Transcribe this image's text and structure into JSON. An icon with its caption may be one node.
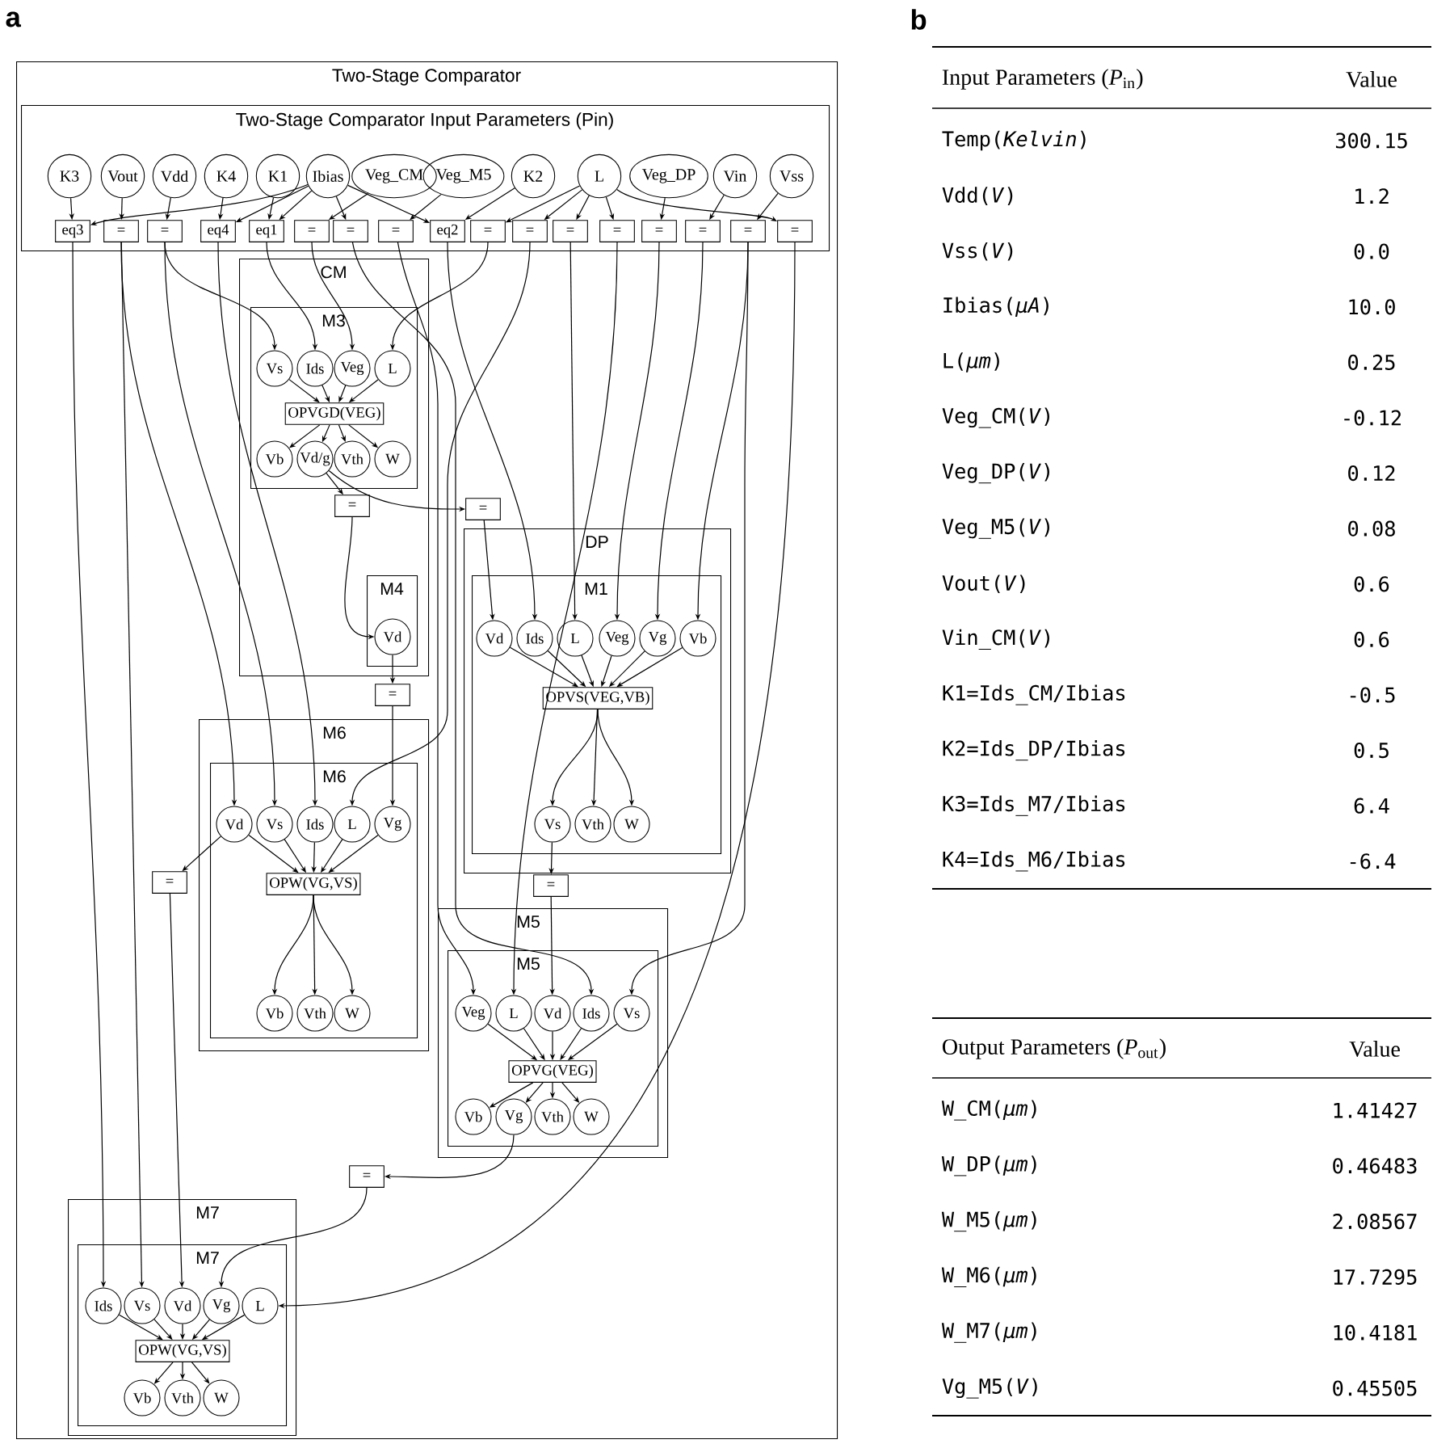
{
  "diagram": {
    "nodes": [
      {
        "text": [
          "Two-Stage Comparator"
        ]
      },
      {
        "text": [
          "Two-Stage Comparator Input Parameters (Pin)"
        ],
        "in": 0
      },
      {
        "text": [
          "K3"
        ],
        "in": 1
      },
      {
        "text": [
          "Vout"
        ],
        "in": 1
      },
      {
        "text": [
          "Vdd"
        ],
        "in": 1
      },
      {
        "text": [
          "K4"
        ],
        "in": 1
      },
      {
        "text": [
          "K1"
        ],
        "in": 1
      },
      {
        "text": [
          "Ibias"
        ],
        "in": 1
      },
      {
        "text": [
          "Veg_CM"
        ],
        "in": 1
      },
      {
        "text": [
          "Veg_M5"
        ],
        "in": 1
      },
      {
        "text": [
          "K2"
        ],
        "in": 1
      },
      {
        "text": [
          "L"
        ],
        "in": 1
      },
      {
        "text": [
          "Veg_DP"
        ],
        "in": 1
      },
      {
        "text": [
          "Vin"
        ],
        "in": 1
      },
      {
        "text": [
          "Vss"
        ],
        "in": 1
      },
      {
        "text": [
          "eq3"
        ],
        "in": 1
      },
      {
        "text": [
          "="
        ],
        "in": 1
      },
      {
        "text": [
          "="
        ],
        "in": 1
      },
      {
        "text": [
          "eq4"
        ],
        "in": 1
      },
      {
        "text": [
          "eq1"
        ],
        "in": 1
      },
      {
        "text": [
          "="
        ],
        "in": 1
      },
      {
        "text": [
          "="
        ],
        "in": 1
      },
      {
        "text": [
          "="
        ],
        "in": 1
      },
      {
        "text": [
          "eq2"
        ],
        "in": 1
      },
      {
        "text": [
          "="
        ],
        "in": 1
      },
      {
        "text": [
          "="
        ],
        "in": 1
      },
      {
        "text": [
          "="
        ],
        "in": 1
      },
      {
        "text": [
          "="
        ],
        "in": 1
      },
      {
        "text": [
          "="
        ],
        "in": 1
      },
      {
        "text": [
          "="
        ],
        "in": 1
      },
      {
        "text": [
          "="
        ],
        "in": 1
      },
      {
        "text": [
          "="
        ],
        "in": 1
      },
      {
        "text": [
          "CM"
        ],
        "in": 0
      },
      {
        "text": [
          "M3"
        ],
        "in": 32
      },
      {
        "text": [
          "Vs"
        ],
        "in": 33
      },
      {
        "text": [
          "Ids"
        ],
        "in": 33
      },
      {
        "text": [
          "Veg"
        ],
        "in": 33
      },
      {
        "text": [
          "L"
        ],
        "in": 33
      },
      {
        "text": [
          "OPVGD(VEG)"
        ],
        "in": 33
      },
      {
        "text": [
          "Vb"
        ],
        "in": 33
      },
      {
        "text": [
          "Vd/g"
        ],
        "in": 33
      },
      {
        "text": [
          "Vth"
        ],
        "in": 33
      },
      {
        "text": [
          "W"
        ],
        "in": 33
      },
      {
        "text": [
          "="
        ],
        "in": 32
      },
      {
        "text": [
          "M4"
        ],
        "in": 32
      },
      {
        "text": [
          "Vd"
        ],
        "in": 44
      },
      {
        "text": [
          "="
        ],
        "in": 0
      },
      {
        "text": [
          "="
        ],
        "in": 0
      },
      {
        "text": [
          "M6"
        ],
        "in": 0
      },
      {
        "text": [
          "M6"
        ],
        "in": 48
      },
      {
        "text": [
          "Vd"
        ],
        "in": 49
      },
      {
        "text": [
          "Vs"
        ],
        "in": 49
      },
      {
        "text": [
          "Ids"
        ],
        "in": 49
      },
      {
        "text": [
          "L"
        ],
        "in": 49
      },
      {
        "text": [
          "Vg"
        ],
        "in": 49
      },
      {
        "text": [
          "OPW(VG,VS)"
        ],
        "in": 49
      },
      {
        "text": [
          "Vb"
        ],
        "in": 49
      },
      {
        "text": [
          "Vth"
        ],
        "in": 49
      },
      {
        "text": [
          "W"
        ],
        "in": 49
      },
      {
        "text": [
          "="
        ],
        "in": 0
      },
      {
        "text": [
          "DP"
        ],
        "in": 0
      },
      {
        "text": [
          "M1"
        ],
        "in": 60
      },
      {
        "text": [
          "Vd"
        ],
        "in": 61
      },
      {
        "text": [
          "Ids"
        ],
        "in": 61
      },
      {
        "text": [
          "L"
        ],
        "in": 61
      },
      {
        "text": [
          "Veg"
        ],
        "in": 61
      },
      {
        "text": [
          "Vg"
        ],
        "in": 61
      },
      {
        "text": [
          "Vb"
        ],
        "in": 61
      },
      {
        "text": [
          "OPVS(VEG,VB)"
        ],
        "in": 61
      },
      {
        "text": [
          "Vs"
        ],
        "in": 61
      },
      {
        "text": [
          "Vth"
        ],
        "in": 61
      },
      {
        "text": [
          "W"
        ],
        "in": 61
      },
      {
        "text": [
          "="
        ],
        "in": 0
      },
      {
        "text": [
          "M5"
        ],
        "in": 0
      },
      {
        "text": [
          "M5"
        ],
        "in": 73
      },
      {
        "text": [
          "Veg"
        ],
        "in": 74
      },
      {
        "text": [
          "L"
        ],
        "in": 74
      },
      {
        "text": [
          "Vd"
        ],
        "in": 74
      },
      {
        "text": [
          "Ids"
        ],
        "in": 74
      },
      {
        "text": [
          "Vs"
        ],
        "in": 74
      },
      {
        "text": [
          "OPVG(VEG)"
        ],
        "in": 74
      },
      {
        "text": [
          "Vb"
        ],
        "in": 74
      },
      {
        "text": [
          "Vg"
        ],
        "in": 74
      },
      {
        "text": [
          "Vth"
        ],
        "in": 74
      },
      {
        "text": [
          "W"
        ],
        "in": 74
      },
      {
        "text": [
          "="
        ],
        "in": 0
      },
      {
        "text": [
          "M7"
        ],
        "in": 0
      },
      {
        "text": [
          "M7"
        ],
        "in": 86
      },
      {
        "text": [
          "Ids"
        ],
        "in": 87
      },
      {
        "text": [
          "Vs"
        ],
        "in": 87
      },
      {
        "text": [
          "Vd"
        ],
        "in": 87
      },
      {
        "text": [
          "Vg"
        ],
        "in": 87
      },
      {
        "text": [
          "L"
        ],
        "in": 87
      },
      {
        "text": [
          "OPW(VG,VS)"
        ],
        "in": 87
      },
      {
        "text": [
          "Vb"
        ],
        "in": 87
      },
      {
        "text": [
          "Vth"
        ],
        "in": 87
      },
      {
        "text": [
          "W"
        ],
        "in": 87
      }
    ],
    "edges": [
      {
        "from": 2,
        "to": 15,
        "arrow": "to"
      },
      {
        "from": 3,
        "to": 16,
        "arrow": "to"
      },
      {
        "from": 4,
        "to": 17,
        "arrow": "to"
      },
      {
        "from": 5,
        "to": 18,
        "arrow": "to"
      },
      {
        "from": 6,
        "to": 19,
        "arrow": "to"
      },
      {
        "from": 7,
        "to": 15,
        "arrow": "to"
      },
      {
        "from": 7,
        "to": 18,
        "arrow": "to"
      },
      {
        "from": 7,
        "to": 19,
        "arrow": "to"
      },
      {
        "from": 7,
        "to": 21,
        "arrow": "to"
      },
      {
        "from": 7,
        "to": 23,
        "arrow": "to"
      },
      {
        "from": 8,
        "to": 20,
        "arrow": "to"
      },
      {
        "from": 9,
        "to": 22,
        "arrow": "to"
      },
      {
        "from": 10,
        "to": 23,
        "arrow": "to"
      },
      {
        "from": 11,
        "to": 24,
        "arrow": "to"
      },
      {
        "from": 11,
        "to": 25,
        "arrow": "to"
      },
      {
        "from": 11,
        "to": 26,
        "arrow": "to"
      },
      {
        "from": 11,
        "to": 27,
        "arrow": "to"
      },
      {
        "from": 11,
        "to": 31,
        "arrow": "to"
      },
      {
        "from": 12,
        "to": 28,
        "arrow": "to"
      },
      {
        "from": 13,
        "to": 29,
        "arrow": "to"
      },
      {
        "from": 14,
        "to": 30,
        "arrow": "to"
      },
      {
        "from": 15,
        "to": 88,
        "arrow": "to"
      },
      {
        "from": 16,
        "to": 50,
        "arrow": "to"
      },
      {
        "from": 16,
        "to": 89,
        "arrow": "to"
      },
      {
        "from": 17,
        "to": 34,
        "arrow": "to"
      },
      {
        "from": 17,
        "to": 51,
        "arrow": "to"
      },
      {
        "from": 18,
        "to": 52,
        "arrow": "to"
      },
      {
        "from": 19,
        "to": 35,
        "arrow": "to"
      },
      {
        "from": 20,
        "to": 36,
        "arrow": "to"
      },
      {
        "from": 21,
        "to": 78,
        "arrow": "to"
      },
      {
        "from": 22,
        "to": 75,
        "arrow": "to"
      },
      {
        "from": 23,
        "to": 63,
        "arrow": "to"
      },
      {
        "from": 24,
        "to": 37,
        "arrow": "to"
      },
      {
        "from": 25,
        "to": 53,
        "arrow": "to"
      },
      {
        "from": 26,
        "to": 64,
        "arrow": "to"
      },
      {
        "from": 27,
        "to": 76,
        "arrow": "to"
      },
      {
        "from": 28,
        "to": 65,
        "arrow": "to"
      },
      {
        "from": 29,
        "to": 66,
        "arrow": "to"
      },
      {
        "from": 30,
        "to": 67,
        "arrow": "to"
      },
      {
        "from": 30,
        "to": 79,
        "arrow": "to"
      },
      {
        "from": 31,
        "to": 92,
        "arrow": "to"
      },
      {
        "from": 34,
        "to": 38,
        "arrow": "to"
      },
      {
        "from": 35,
        "to": 38,
        "arrow": "to"
      },
      {
        "from": 36,
        "to": 38,
        "arrow": "to"
      },
      {
        "from": 37,
        "to": 38,
        "arrow": "to"
      },
      {
        "from": 38,
        "to": 39,
        "arrow": "to"
      },
      {
        "from": 38,
        "to": 40,
        "arrow": "to"
      },
      {
        "from": 38,
        "to": 41,
        "arrow": "to"
      },
      {
        "from": 38,
        "to": 42,
        "arrow": "to"
      },
      {
        "from": 40,
        "to": 43,
        "arrow": "to"
      },
      {
        "from": 43,
        "to": 45,
        "arrow": "to"
      },
      {
        "from": 40,
        "to": 46,
        "arrow": "to"
      },
      {
        "from": 46,
        "to": 62,
        "arrow": "to"
      },
      {
        "from": 45,
        "to": 47,
        "arrow": "to"
      },
      {
        "from": 47,
        "to": 54,
        "arrow": "to"
      },
      {
        "from": 50,
        "to": 55,
        "arrow": "to"
      },
      {
        "from": 51,
        "to": 55,
        "arrow": "to"
      },
      {
        "from": 52,
        "to": 55,
        "arrow": "to"
      },
      {
        "from": 53,
        "to": 55,
        "arrow": "to"
      },
      {
        "from": 54,
        "to": 55,
        "arrow": "to"
      },
      {
        "from": 55,
        "to": 56,
        "arrow": "to"
      },
      {
        "from": 55,
        "to": 57,
        "arrow": "to"
      },
      {
        "from": 55,
        "to": 58,
        "arrow": "to"
      },
      {
        "from": 50,
        "to": 59,
        "arrow": "to"
      },
      {
        "from": 59,
        "to": 90,
        "arrow": "to"
      },
      {
        "from": 62,
        "to": 68,
        "arrow": "to"
      },
      {
        "from": 63,
        "to": 68,
        "arrow": "to"
      },
      {
        "from": 64,
        "to": 68,
        "arrow": "to"
      },
      {
        "from": 65,
        "to": 68,
        "arrow": "to"
      },
      {
        "from": 66,
        "to": 68,
        "arrow": "to"
      },
      {
        "from": 67,
        "to": 68,
        "arrow": "to"
      },
      {
        "from": 68,
        "to": 69,
        "arrow": "to"
      },
      {
        "from": 68,
        "to": 70,
        "arrow": "to"
      },
      {
        "from": 68,
        "to": 71,
        "arrow": "to"
      },
      {
        "from": 69,
        "to": 72,
        "arrow": "to"
      },
      {
        "from": 72,
        "to": 77,
        "arrow": "to"
      },
      {
        "from": 75,
        "to": 80,
        "arrow": "to"
      },
      {
        "from": 76,
        "to": 80,
        "arrow": "to"
      },
      {
        "from": 77,
        "to": 80,
        "arrow": "to"
      },
      {
        "from": 78,
        "to": 80,
        "arrow": "to"
      },
      {
        "from": 79,
        "to": 80,
        "arrow": "to"
      },
      {
        "from": 80,
        "to": 81,
        "arrow": "to"
      },
      {
        "from": 80,
        "to": 82,
        "arrow": "to"
      },
      {
        "from": 80,
        "to": 83,
        "arrow": "to"
      },
      {
        "from": 80,
        "to": 84,
        "arrow": "to"
      },
      {
        "from": 82,
        "to": 85,
        "arrow": "to"
      },
      {
        "from": 85,
        "to": 91,
        "arrow": "to"
      },
      {
        "from": 88,
        "to": 93,
        "arrow": "to"
      },
      {
        "from": 89,
        "to": 93,
        "arrow": "to"
      },
      {
        "from": 90,
        "to": 93,
        "arrow": "to"
      },
      {
        "from": 91,
        "to": 93,
        "arrow": "to"
      },
      {
        "from": 92,
        "to": 93,
        "arrow": "to"
      },
      {
        "from": 93,
        "to": 94,
        "arrow": "to"
      },
      {
        "from": 93,
        "to": 95,
        "arrow": "to"
      },
      {
        "from": 93,
        "to": 96,
        "arrow": "to"
      }
    ],
    "labels": [
      "a",
      "b",
      "Input Parameters (*P*$_{in}$)",
      "Value",
      "Temp(*Kelvin*)",
      "300.15",
      "Vdd(*V*)",
      "1.2",
      "Vss(*V*)",
      "0.0",
      "Ibias(*μA*)",
      "10.0",
      "L(*μm*)",
      "0.25",
      "Veg_CM(*V*)",
      "-0.12",
      "Veg_DP(*V*)",
      "0.12",
      "Veg_M5(*V*)",
      "0.08",
      "Vout(*V*)",
      "0.6",
      "Vin_CM(*V*)",
      "0.6",
      "K1=Ids_CM/Ibias",
      "-0.5",
      "K2=Ids_DP/Ibias",
      "0.5",
      "K3=Ids_M7/Ibias",
      "6.4",
      "K4=Ids_M6/Ibias",
      "-6.4",
      "Output Parameters (*P*$_{out}$)",
      "Value",
      "W_CM(*μm*)",
      "1.41427",
      "W_DP(*μm*)",
      "0.46483",
      "W_M5(*μm*)",
      "2.08567",
      "W_M6(*μm*)",
      "17.7295",
      "W_M7(*μm*)",
      "10.4181",
      "Vg_M5(*V*)",
      "0.45505"
    ]
  }
}
